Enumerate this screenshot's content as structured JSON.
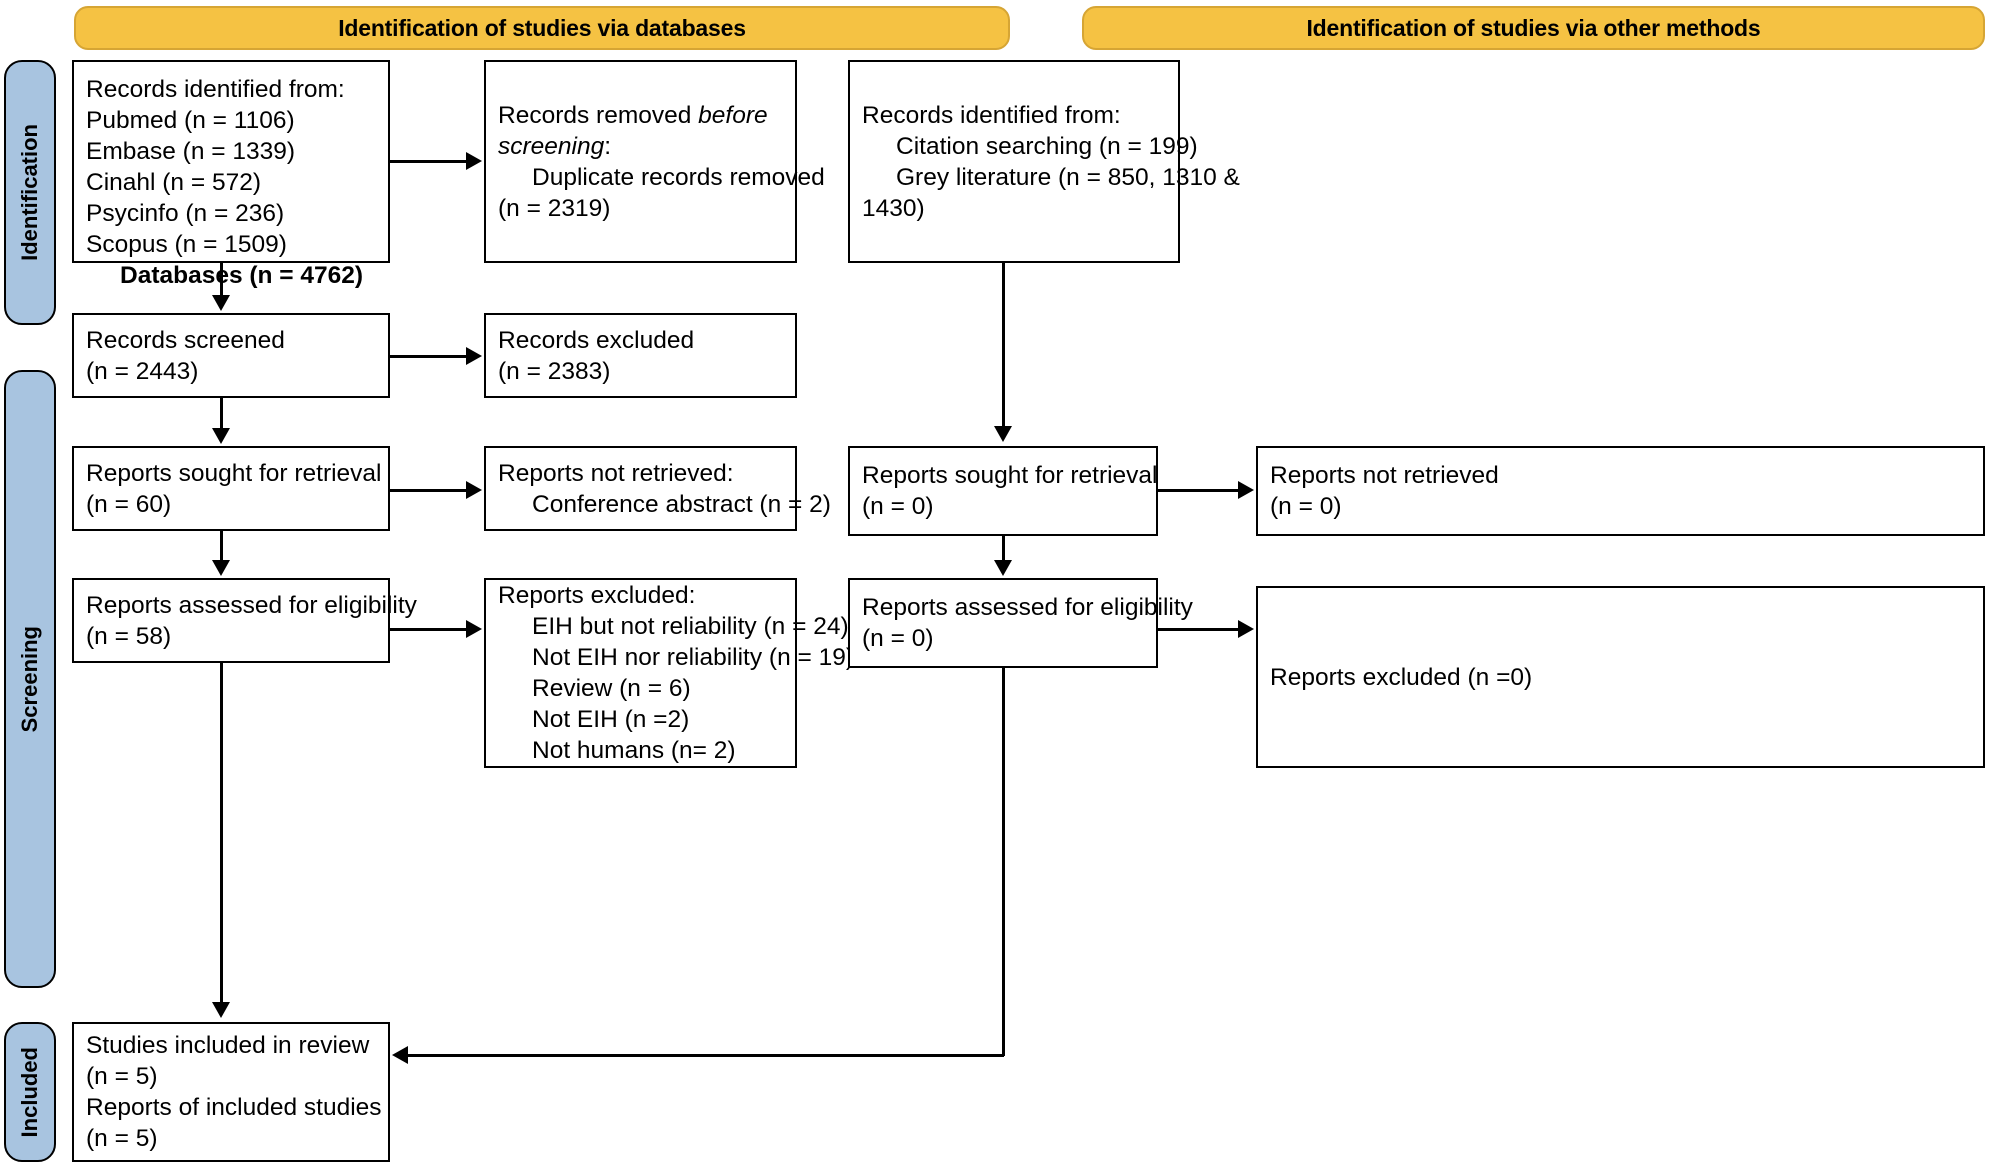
{
  "diagram": {
    "title": "PRISMA 2020 flow diagram",
    "colors": {
      "banner_fill": "#f5c243",
      "banner_border": "#d6a534",
      "stage_fill": "#a8c4e0",
      "stage_border": "#000000",
      "box_border": "#000000",
      "background": "#ffffff"
    }
  },
  "banners": {
    "databases": "Identification of studies via databases",
    "other_methods": "Identification of studies via other methods"
  },
  "stages": {
    "identification": "Identification",
    "screening": "Screening",
    "included": "Included"
  },
  "left_column": {
    "records_identified": {
      "l1": "Records identified from:",
      "l2": "Pubmed (n = 1106)",
      "l3": "Embase (n = 1339)",
      "l4": "Cinahl (n = 572)",
      "l5": "Psycinfo (n = 236)",
      "l6": "Scopus (n = 1509)",
      "l7": "Databases (n = 4762)"
    },
    "records_removed": {
      "l1_pre": "Records removed ",
      "l1_em": "before",
      "l2_em": "screening",
      "l2_post": ":",
      "l3": "Duplicate records removed",
      "l4": "(n = 2319)"
    },
    "records_screened": {
      "l1": "Records screened",
      "l2": "(n = 2443)"
    },
    "records_excluded": {
      "l1": "Records excluded",
      "l2": "(n = 2383)"
    },
    "reports_sought": {
      "l1": "Reports sought for retrieval",
      "l2": "(n = 60)"
    },
    "reports_not_retrieved": {
      "l1": "Reports not retrieved:",
      "l2": "Conference abstract (n = 2)"
    },
    "reports_assessed": {
      "l1": "Reports assessed for eligibility",
      "l2": "(n = 58)"
    },
    "reports_excluded": {
      "l1": "Reports excluded:",
      "l2": "EIH but not reliability (n = 24)",
      "l3": "Not EIH nor reliability (n = 19)",
      "l4": "Review (n = 6)",
      "l5": "Not EIH (n =2)",
      "l6": "Not humans (n= 2)"
    }
  },
  "right_column": {
    "records_identified_other": {
      "l1": "Records identified from:",
      "l2": "Citation searching (n = 199)",
      "l3": "Grey literature (n = 850, 1310 &",
      "l4": "1430)"
    },
    "reports_sought": {
      "l1": "Reports sought for retrieval",
      "l2": "(n = 0)"
    },
    "reports_not_retrieved": {
      "l1": "Reports not retrieved",
      "l2": "(n = 0)"
    },
    "reports_assessed": {
      "l1": "Reports assessed for eligibility",
      "l2": "(n = 0)"
    },
    "reports_excluded": {
      "l1": "Reports excluded (n =0)"
    }
  },
  "included_box": {
    "l1": "Studies included in review",
    "l2": "(n = 5)",
    "l3": "Reports of included studies",
    "l4": "(n = 5)"
  }
}
